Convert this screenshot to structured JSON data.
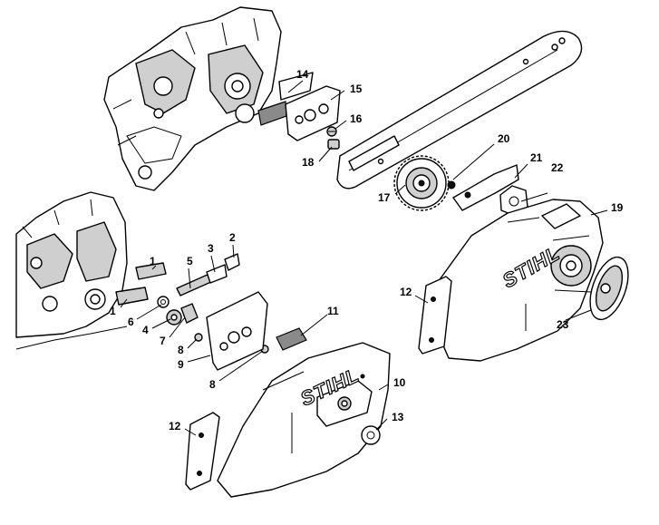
{
  "callouts": {
    "c1a": "1",
    "c1b": "1",
    "c2": "2",
    "c3": "3",
    "c4": "4",
    "c5": "5",
    "c6": "6",
    "c7": "7",
    "c8a": "8",
    "c8b": "8",
    "c9": "9",
    "c10": "10",
    "c11": "11",
    "c12a": "12",
    "c12b": "12",
    "c13": "13",
    "c14": "14",
    "c15": "15",
    "c16": "16",
    "c17": "17",
    "c18": "18",
    "c19": "19",
    "c20": "20",
    "c21": "21",
    "c22": "22",
    "c23": "23"
  },
  "brand": {
    "cover_front": "STIHL",
    "cover_rear": "STIHL"
  },
  "colors": {
    "line": "#000000",
    "part_fill": "#ffffff",
    "shade": "#cfcfcf",
    "dark": "#8a8a8a"
  }
}
